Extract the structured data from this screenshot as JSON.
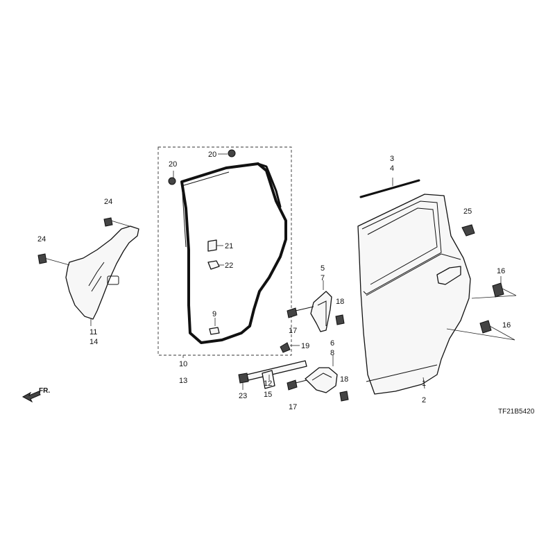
{
  "drawing_code": "TF21B5420",
  "front_indicator": "FR.",
  "callouts": {
    "c1": "1",
    "c2": "2",
    "c3": "3",
    "c4": "4",
    "c5": "5",
    "c6": "6",
    "c7": "7",
    "c8": "8",
    "c9": "9",
    "c10": "10",
    "c11": "11",
    "c12": "12",
    "c13": "13",
    "c14": "14",
    "c15": "15",
    "c16a": "16",
    "c16b": "16",
    "c17a": "17",
    "c17b": "17",
    "c18a": "18",
    "c18b": "18",
    "c19": "19",
    "c20a": "20",
    "c20b": "20",
    "c21": "21",
    "c22": "22",
    "c23": "23",
    "c24a": "24",
    "c24b": "24",
    "c25": "25"
  },
  "icons": {
    "front_arrow": "front-arrow-icon"
  }
}
